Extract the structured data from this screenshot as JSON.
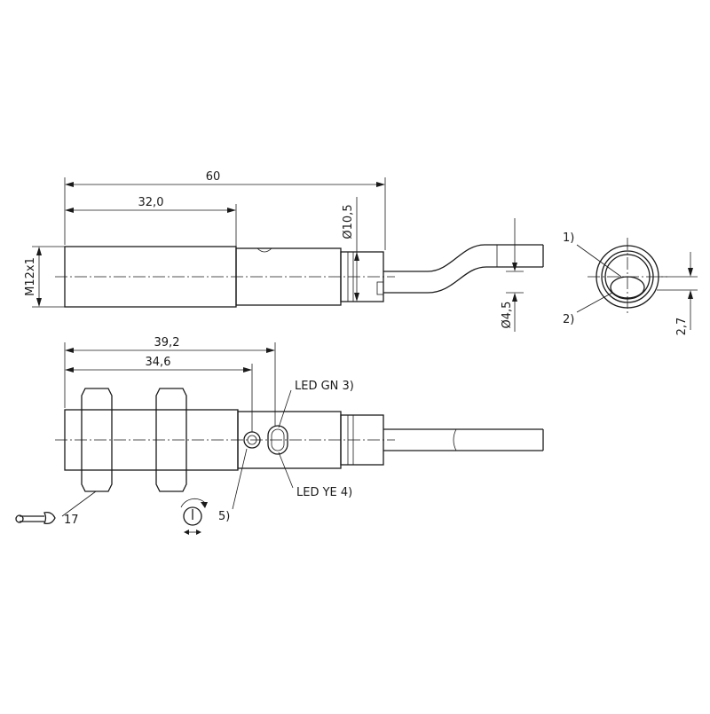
{
  "dimensions": {
    "overall_length": "60",
    "thread_length": "32,0",
    "thread": "M12x1",
    "body_diameter": "Ø10,5",
    "cable_diameter": "Ø4,5",
    "led_offset_1": "39,2",
    "led_offset_2": "34,6",
    "optic_offset": "2,7",
    "wrench_size": "17"
  },
  "callouts": {
    "c1": "1)",
    "c2": "2)",
    "led_gn": "LED GN 3)",
    "led_ye": "LED YE 4)",
    "c5": "5)"
  },
  "icons": [
    "wrench-icon",
    "potentiometer-icon"
  ]
}
